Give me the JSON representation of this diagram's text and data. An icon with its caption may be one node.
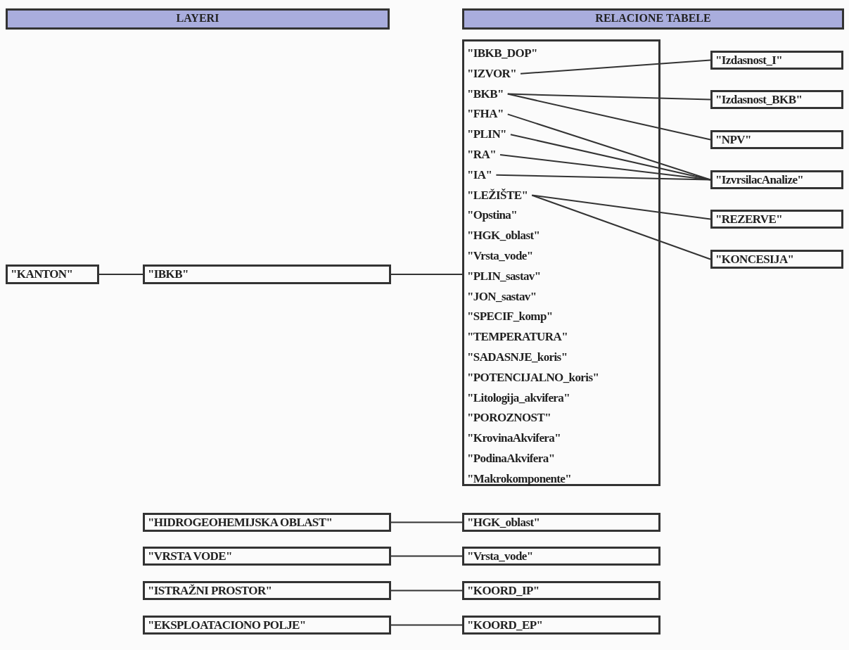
{
  "diagram": {
    "nodes": [
      {
        "text": [
          "LAYERI"
        ]
      },
      {
        "text": [
          "RELACIONE TABELE"
        ]
      },
      {
        "text": [],
        "shape": "box"
      },
      {
        "text": [
          "\"IBKB_DOP\""
        ],
        "in": 2
      },
      {
        "text": [
          "\"IZVOR\""
        ],
        "in": 2
      },
      {
        "text": [
          "\"BKB\""
        ],
        "in": 2
      },
      {
        "text": [
          "\"FHA\""
        ],
        "in": 2
      },
      {
        "text": [
          "\"PLIN\""
        ],
        "in": 2
      },
      {
        "text": [
          "\"RA\""
        ],
        "in": 2
      },
      {
        "text": [
          "\"IA\""
        ],
        "in": 2
      },
      {
        "text": [
          "\"LEŽIŠTE\""
        ],
        "in": 2
      },
      {
        "text": [
          "\"Opstina\""
        ],
        "in": 2
      },
      {
        "text": [
          "\"HGK_oblast\""
        ],
        "in": 2
      },
      {
        "text": [
          "\"Vrsta_vode\""
        ],
        "in": 2
      },
      {
        "text": [
          "\"PLIN_sastav\""
        ],
        "in": 2
      },
      {
        "text": [
          "\"JON_sastav\""
        ],
        "in": 2
      },
      {
        "text": [
          "\"SPECIF_komp\""
        ],
        "in": 2
      },
      {
        "text": [
          "\"TEMPERATURA\""
        ],
        "in": 2
      },
      {
        "text": [
          "\"SADASNJE_koris\""
        ],
        "in": 2
      },
      {
        "text": [
          "\"POTENCIJALNO_koris\""
        ],
        "in": 2
      },
      {
        "text": [
          "\"Litologija_akvifera\""
        ],
        "in": 2
      },
      {
        "text": [
          "\"POROZNOST\""
        ],
        "in": 2
      },
      {
        "text": [
          "\"KrovinaAkvifera\""
        ],
        "in": 2
      },
      {
        "text": [
          "\"PodinaAkvifera\""
        ],
        "in": 2
      },
      {
        "text": [
          "\"Makrokomponente\""
        ],
        "in": 2
      },
      {
        "text": [
          "\"Izdasnost_I\""
        ]
      },
      {
        "text": [
          "\"Izdasnost_BKB\""
        ]
      },
      {
        "text": [
          "\"NPV\""
        ]
      },
      {
        "text": [
          "\"IzvrsilacAnalize\""
        ]
      },
      {
        "text": [
          "\"REZERVE\""
        ]
      },
      {
        "text": [
          "\"KONCESIJA\""
        ]
      },
      {
        "text": [
          "\"KANTON\""
        ]
      },
      {
        "text": [
          "\"IBKB\""
        ]
      },
      {
        "text": [
          "\"HIDROGEOHEMIJSKA OBLAST\""
        ]
      },
      {
        "text": [
          "\"HGK_oblast\""
        ]
      },
      {
        "text": [
          "\"VRSTA VODE\""
        ]
      },
      {
        "text": [
          "\"Vrsta_vode\""
        ]
      },
      {
        "text": [
          "\"ISTRAŽNI PROSTOR\""
        ]
      },
      {
        "text": [
          "\"KOORD_IP\""
        ]
      },
      {
        "text": [
          "\"EKSPLOATACIONO POLJE\""
        ]
      },
      {
        "text": [
          "\"KOORD_EP\""
        ]
      }
    ],
    "edges": [
      {
        "from": 4,
        "to": 25,
        "arrow": "none"
      },
      {
        "from": 5,
        "to": 26,
        "arrow": "none"
      },
      {
        "from": 5,
        "to": 27,
        "arrow": "none"
      },
      {
        "from": 6,
        "to": 28,
        "arrow": "none"
      },
      {
        "from": 7,
        "to": 28,
        "arrow": "none"
      },
      {
        "from": 8,
        "to": 28,
        "arrow": "none"
      },
      {
        "from": 9,
        "to": 28,
        "arrow": "none"
      },
      {
        "from": 10,
        "to": 29,
        "arrow": "none"
      },
      {
        "from": 10,
        "to": 30,
        "arrow": "none"
      },
      {
        "from": 31,
        "to": 32,
        "arrow": "none"
      },
      {
        "from": 32,
        "to": 2,
        "arrow": "none"
      },
      {
        "from": 33,
        "to": 34,
        "arrow": "none"
      },
      {
        "from": 35,
        "to": 36,
        "arrow": "none"
      },
      {
        "from": 37,
        "to": 38,
        "arrow": "none"
      },
      {
        "from": 39,
        "to": 40,
        "arrow": "none"
      }
    ]
  }
}
